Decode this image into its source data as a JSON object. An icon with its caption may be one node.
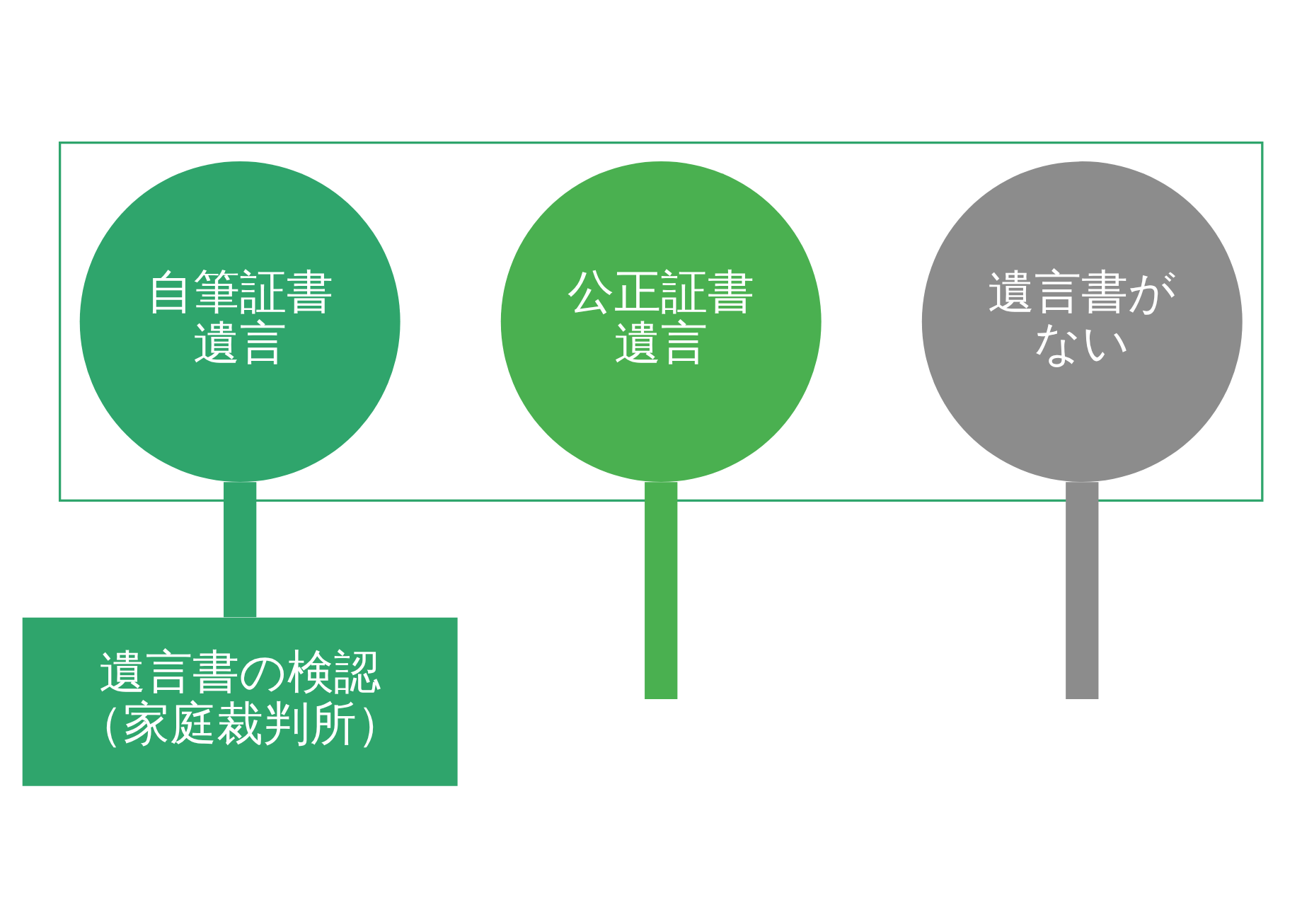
{
  "diagram": {
    "nodes": [
      {
        "text": [],
        "shape": "box"
      },
      {
        "text": [
          "自筆証書遺言"
        ],
        "in": 0
      },
      {
        "text": [
          "公正証書遺言"
        ],
        "in": 0
      },
      {
        "text": [
          "遺言書がない"
        ],
        "in": 0
      },
      {
        "text": [
          "遺言書の検認（家庭裁判所）"
        ]
      }
    ],
    "edges": [
      {
        "from": 1,
        "to": 4,
        "arrow": "none",
        "color": "#2fa56c"
      },
      {
        "from": 2,
        "to": null,
        "arrow": "none",
        "color": "#4ab050"
      },
      {
        "from": 3,
        "to": null,
        "arrow": "none",
        "color": "#8c8c8c"
      }
    ]
  }
}
